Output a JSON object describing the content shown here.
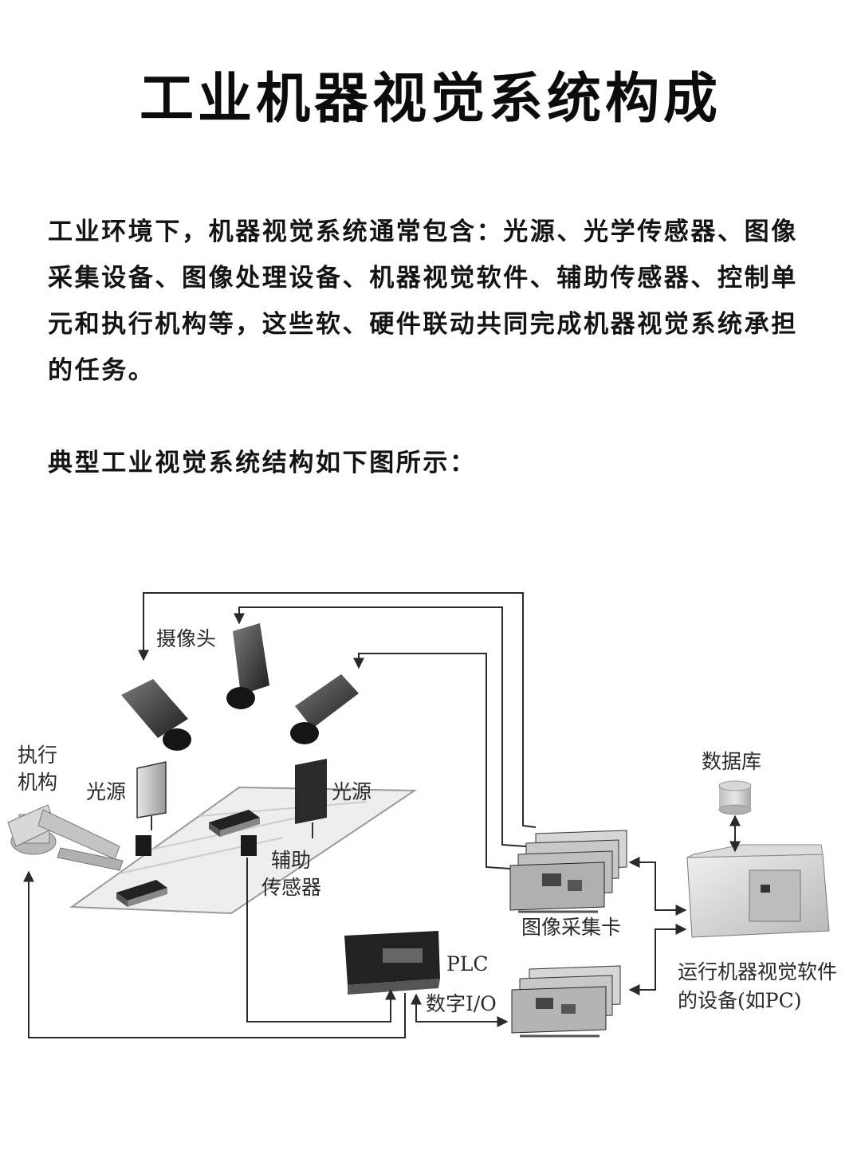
{
  "title": "工业机器视觉系统构成",
  "intro": "工业环境下，机器视觉系统通常包含：光源、光学传感器、图像采集设备、图像处理设备、机器视觉软件、辅助传感器、控制单元和执行机构等，这些软、硬件联动共同完成机器视觉系统承担的任务。",
  "caption": "典型工业视觉系统结构如下图所示：",
  "diagram": {
    "labels": {
      "camera": "摄像头",
      "actuator_line1": "执行",
      "actuator_line2": "机构",
      "light_left": "光源",
      "light_right": "光源",
      "aux_sensor_line1": "辅助",
      "aux_sensor_line2": "传感器",
      "database": "数据库",
      "capture_card": "图像采集卡",
      "plc": "PLC",
      "digital_io": "数字I/O",
      "pc_line1": "运行机器视觉软件",
      "pc_line2": "的设备(如PC)"
    }
  }
}
